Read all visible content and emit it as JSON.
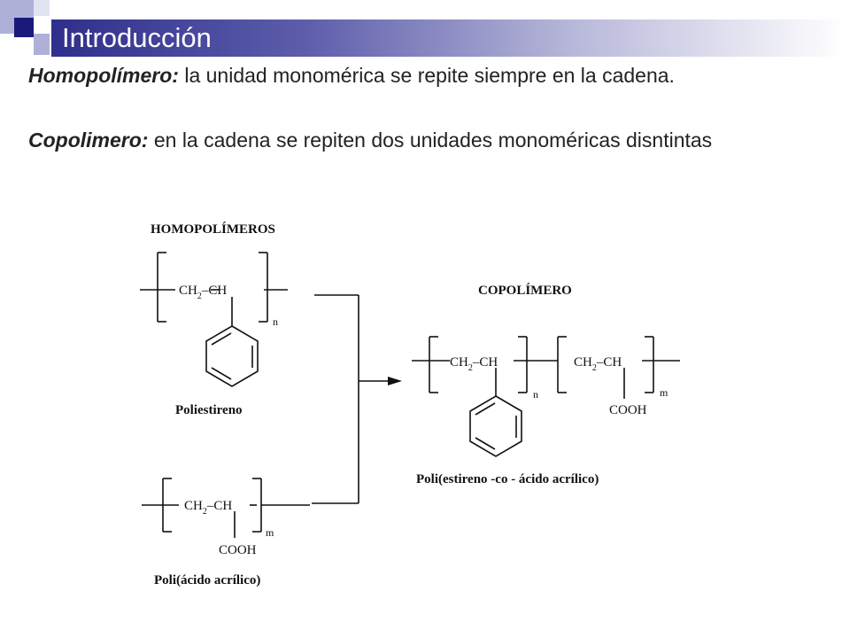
{
  "slide": {
    "title": "Introducción",
    "paragraphs": [
      {
        "term": "Homopolímero:",
        "text": " la unidad monomérica se repite siempre en la cadena."
      },
      {
        "term": "Copolimero:",
        "text": " en la cadena se repiten dos unidades monoméricas disntintas"
      }
    ]
  },
  "diagram": {
    "homopolymers_heading": "HOMOPOLÍMEROS",
    "copolymer_heading": "COPOLÍMERO",
    "polystyrene": {
      "ch2": "CH",
      "ch2_sub": "2",
      "ch": "–CH",
      "index": "n",
      "name": "Poliestireno"
    },
    "polyacrylic": {
      "ch2": "CH",
      "ch2_sub": "2",
      "ch": "–CH",
      "sub_group": "COOH",
      "index": "m",
      "name": "Poli(ácido acrílico)"
    },
    "copolymer": {
      "unit1": {
        "ch2": "CH",
        "ch2_sub": "2",
        "ch": "–CH",
        "index": "n"
      },
      "unit2": {
        "ch2": "CH",
        "ch2_sub": "2",
        "ch": "–CH",
        "sub_group": "COOH",
        "index": "m"
      },
      "name": "Poli(estireno -co - ácido acrílico)"
    }
  },
  "colors": {
    "title_text": "#ffffff",
    "title_bar_start": "#2f2f8c",
    "accent_dark": "#1a1a7a"
  }
}
